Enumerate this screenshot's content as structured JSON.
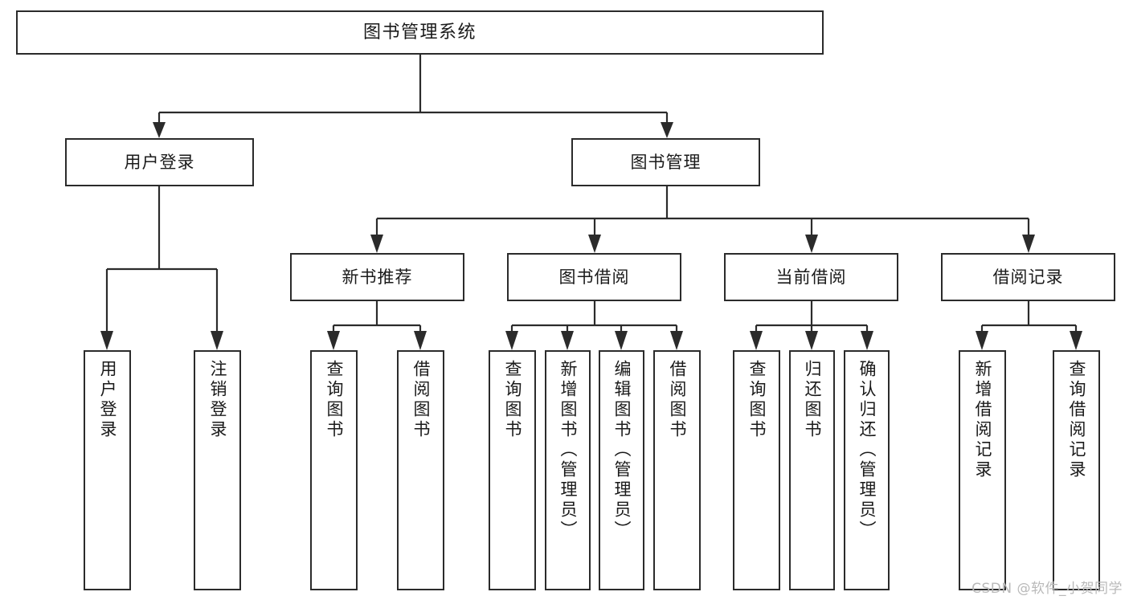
{
  "diagram": {
    "type": "tree",
    "title": "图书管理系统",
    "root": {
      "id": "root",
      "label": "图书管理系统"
    },
    "level2": [
      {
        "id": "user-login",
        "label": "用户登录"
      },
      {
        "id": "book-manage",
        "label": "图书管理"
      }
    ],
    "level3": [
      {
        "id": "new-book-recommend",
        "label": "新书推荐",
        "parent": "book-manage"
      },
      {
        "id": "book-borrow",
        "label": "图书借阅",
        "parent": "book-manage"
      },
      {
        "id": "current-borrow",
        "label": "当前借阅",
        "parent": "book-manage"
      },
      {
        "id": "borrow-record",
        "label": "借阅记录",
        "parent": "book-manage"
      }
    ],
    "leaves": {
      "user_login": [
        {
          "id": "leaf-user-login",
          "label": "用户登录"
        },
        {
          "id": "leaf-logout",
          "label": "注销登录"
        }
      ],
      "new_book_recommend": [
        {
          "id": "leaf-query-book-1",
          "label": "查询图书"
        },
        {
          "id": "leaf-borrow-book-1",
          "label": "借阅图书"
        }
      ],
      "book_borrow": [
        {
          "id": "leaf-query-book-2",
          "label": "查询图书"
        },
        {
          "id": "leaf-add-book",
          "label": "新增图书（管理员）"
        },
        {
          "id": "leaf-edit-book",
          "label": "编辑图书（管理员）"
        },
        {
          "id": "leaf-borrow-book-2",
          "label": "借阅图书"
        }
      ],
      "current_borrow": [
        {
          "id": "leaf-query-book-3",
          "label": "查询图书"
        },
        {
          "id": "leaf-return-book",
          "label": "归还图书"
        },
        {
          "id": "leaf-confirm-return",
          "label": "确认归还（管理员）"
        }
      ],
      "borrow_record": [
        {
          "id": "leaf-add-record",
          "label": "新增借阅记录"
        },
        {
          "id": "leaf-query-record",
          "label": "查询借阅记录"
        }
      ]
    }
  },
  "watermark": {
    "text": "CSDN @软件_小贺同学"
  },
  "colors": {
    "stroke": "#2b2b2b",
    "fill": "#ffffff",
    "text": "#1a1a1a",
    "watermark": "#b9b9b9"
  }
}
